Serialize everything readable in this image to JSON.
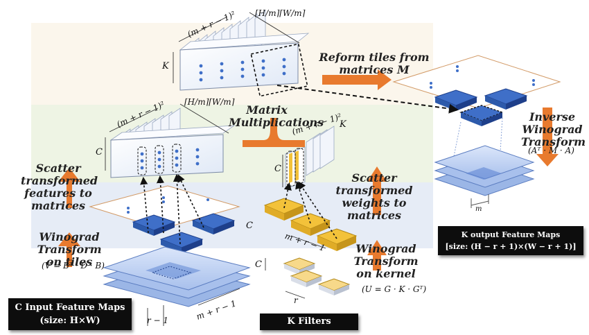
{
  "labels": {
    "reform": "Reform tiles from matrices M",
    "matmul": "Matrix Multiplications",
    "inverse": "Inverse Winograd Transform",
    "scatter_features": "Scatter transformed features to matrices",
    "scatter_weights": "Scatter transformed weights to matrices",
    "wino_tiles": "Winograd Transform on tiles",
    "wino_kernel": "Winograd Transform on kernel"
  },
  "math": {
    "top_tiles": "(m + r − 1)²",
    "top_hw": "⌈H/m⌉⌈W/m⌉",
    "top_k": "K",
    "mid_tiles": "(m + r − 1)²",
    "mid_hw": "⌈H/m⌉⌈W/m⌉",
    "mid_c": "C",
    "w_tiles": "(m + r − 1)²",
    "w_k": "K",
    "w_c": "C",
    "inverse_formula": "(Aᵀ · M · A)",
    "tiles_formula": "(V = Bᵀ · D · B)",
    "kernel_formula": "(U = G · K · Gᵀ)",
    "feat_c": "C",
    "r_minus_1": "r − 1",
    "m_r_1_bottom": "m + r − 1",
    "m_r_1_filter": "m + r − 1",
    "filter_c": "C",
    "filter_r": "r",
    "out_m": "m"
  },
  "boxes": {
    "input_title": "C Input Feature Maps",
    "input_size": "(size: H×W)",
    "filters_title": "K Filters",
    "output_title": "K output Feature Maps",
    "output_size": "[size: (H − r + 1)×(W − r + 1)]"
  },
  "colors": {
    "band_top": "#fbf6ec",
    "band_mid": "#eef4e4",
    "band_low": "#e6ecf6",
    "arrow_orange": "#e87a2e",
    "tile_blue": "#3f6fc8",
    "tile_yellow": "#f3c23a"
  }
}
